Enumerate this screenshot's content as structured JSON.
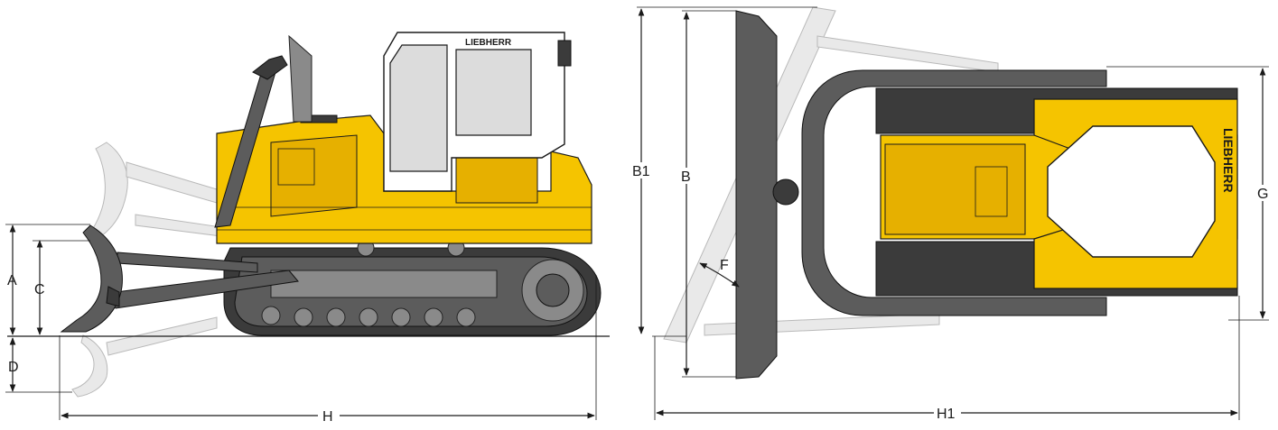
{
  "brand": {
    "logo_text": "LIEBHERR",
    "colors": {
      "body": "#f5c400",
      "undercarriage": "#3b3b3b",
      "ghost": "#e9e9e9"
    }
  },
  "side_view": {
    "labels": {
      "a": "A",
      "c": "C",
      "d": "D",
      "h": "H"
    }
  },
  "top_view": {
    "labels": {
      "b1": "B1",
      "b": "B",
      "f": "F",
      "g": "G",
      "h1": "H1"
    }
  }
}
